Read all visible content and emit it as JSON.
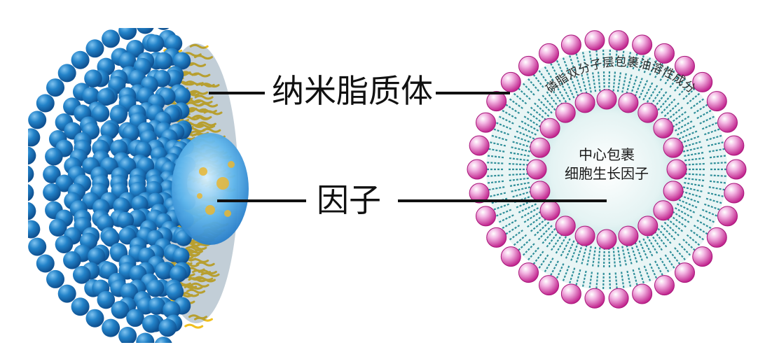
{
  "labels": {
    "liposome": "纳米脂质体",
    "factor": "因子"
  },
  "right_diagram": {
    "ring_text": "磷脂双分子层包裹油溶性成分",
    "center_line1": "中心包裹",
    "center_line2": "细胞生长因子"
  },
  "colors": {
    "head_blue": "#1f78c1",
    "tail_yellow": "#f0c020",
    "core_blue": "#7cc6ee",
    "head_pink": "#d63aa6",
    "tail_teal": "#2e8e99",
    "center_fill": "#dff1f2",
    "line": "#111111"
  }
}
